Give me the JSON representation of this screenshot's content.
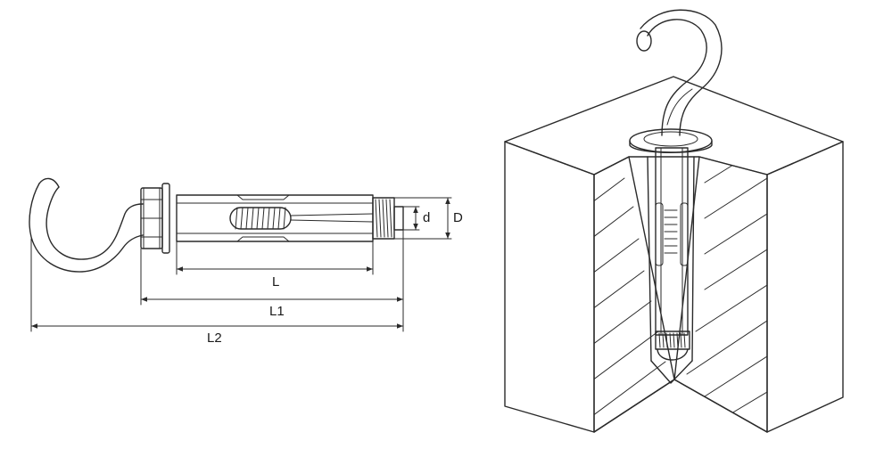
{
  "dimensions": {
    "L": "L",
    "L1": "L1",
    "L2": "L2",
    "d": "d",
    "D": "D"
  },
  "colors": {
    "line": "#2a2a2a",
    "background": "#ffffff",
    "block_face": "#ffffff"
  }
}
